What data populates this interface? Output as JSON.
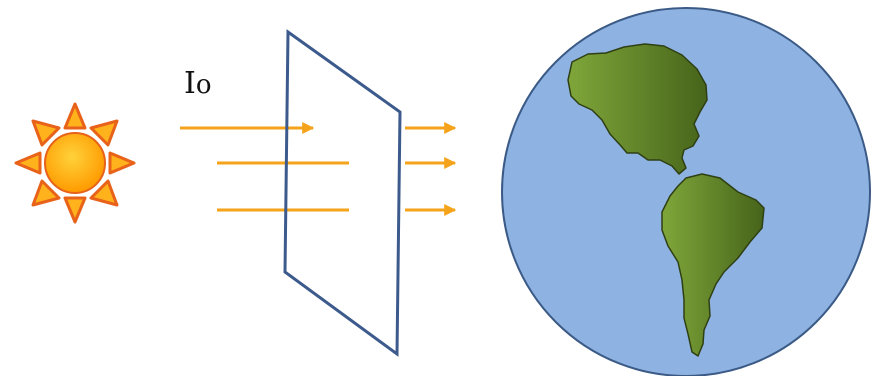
{
  "diagram": {
    "intensity_label": "I",
    "intensity_subscript": "o"
  },
  "colors": {
    "ray": "#f5a31a",
    "sun_core": "#ff9a00",
    "sun_core_light": "#ffd23a",
    "sun_ray_fill": "#ffb21c",
    "sun_ray_stroke": "#e8621a",
    "panel_stroke": "#3c5a8c",
    "earth_ocean": "#8eb3e2",
    "earth_ocean_stroke": "#3b5a86",
    "land_light": "#7fa63a",
    "land_dark": "#4a6b1c",
    "land_stroke": "#2f3f14"
  },
  "icons": {
    "sun": "sun-icon",
    "earth": "earth-globe-icon",
    "panel": "transparent-panel"
  }
}
